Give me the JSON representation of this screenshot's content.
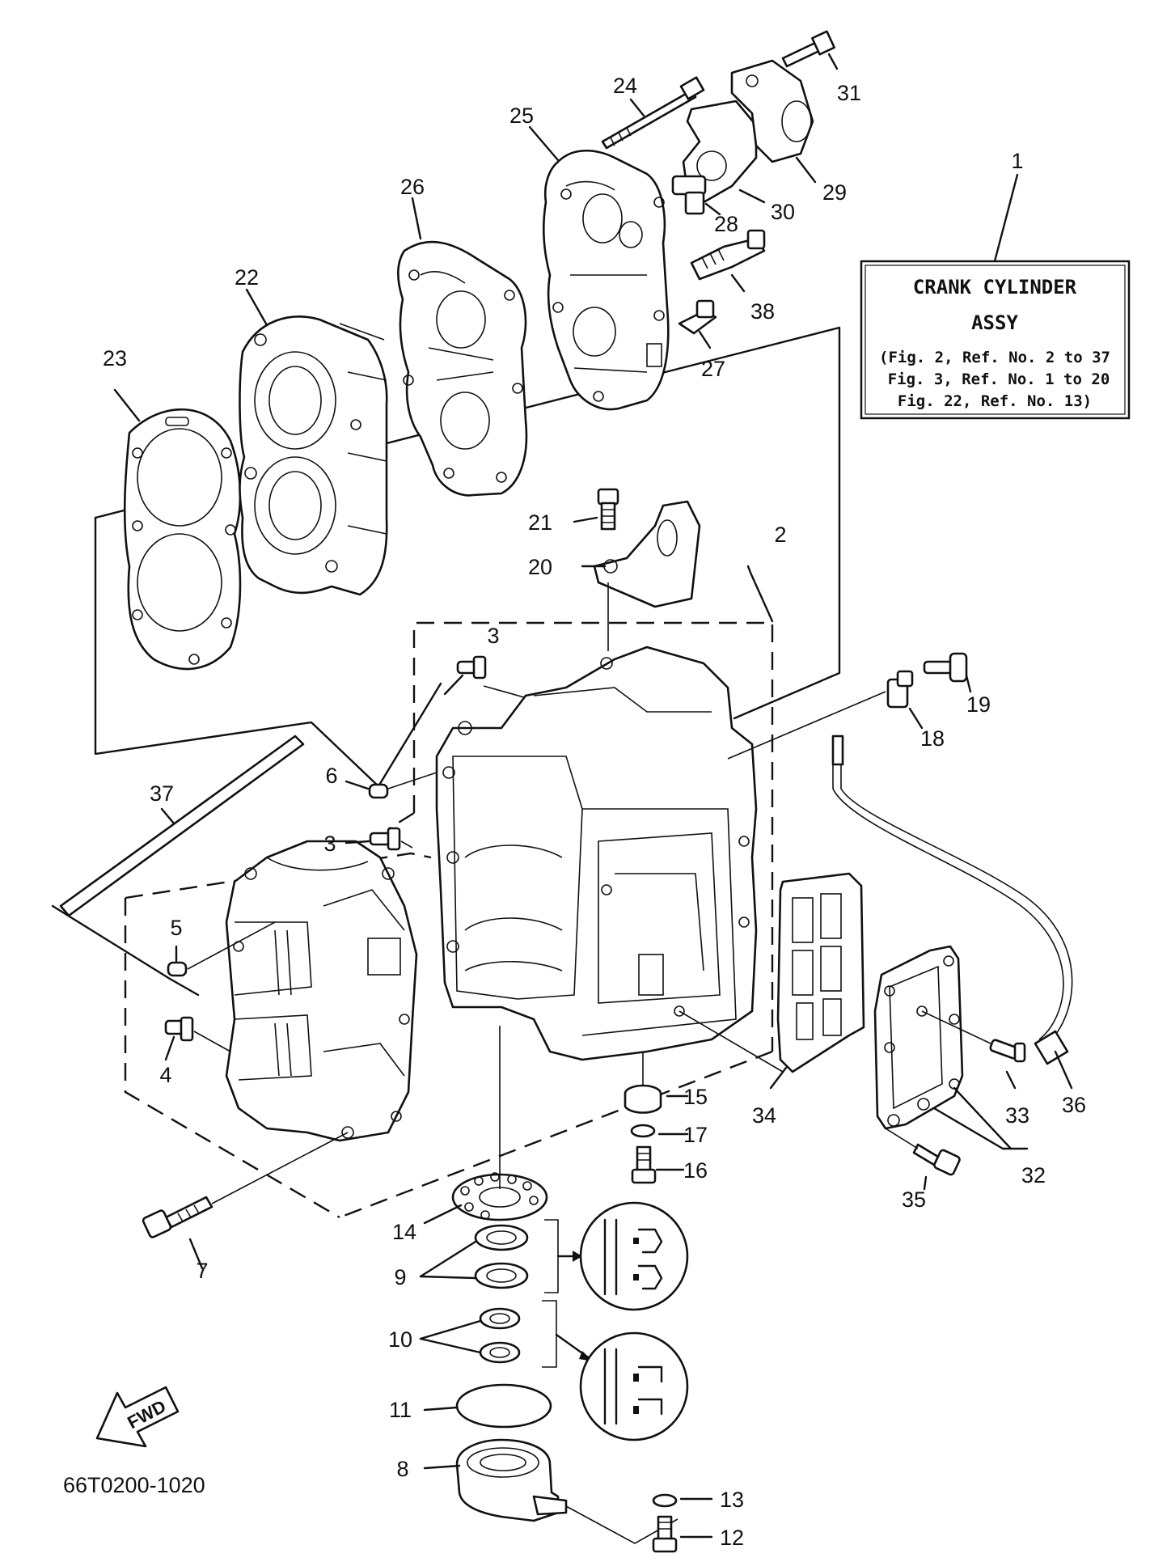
{
  "assembly_box": {
    "title_line1": "CRANK CYLINDER",
    "title_line2": "ASSY",
    "ref_line1": "(Fig. 2, Ref. No. 2 to 37",
    "ref_line2": "Fig. 3, Ref. No. 1 to 20",
    "ref_line3": "Fig. 22, Ref. No. 13)"
  },
  "diagram_code": "66T0200-1020",
  "fwd_label": "FWD",
  "callouts": [
    "1",
    "2",
    "3",
    "3",
    "4",
    "5",
    "6",
    "7",
    "8",
    "9",
    "10",
    "11",
    "12",
    "13",
    "14",
    "15",
    "16",
    "17",
    "18",
    "19",
    "20",
    "21",
    "22",
    "23",
    "24",
    "25",
    "26",
    "27",
    "28",
    "29",
    "30",
    "31",
    "32",
    "33",
    "34",
    "35",
    "36",
    "37",
    "38"
  ]
}
